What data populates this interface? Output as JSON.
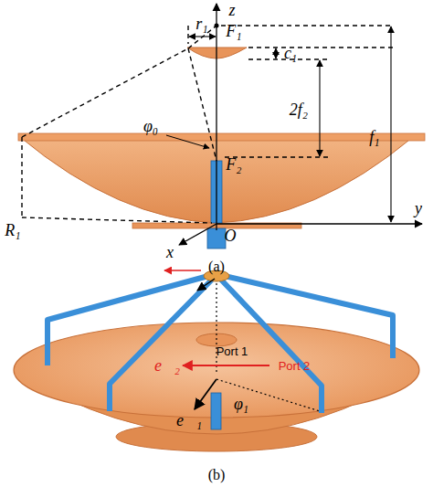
{
  "diagram": {
    "labels": [
      "z",
      "r₁",
      "F₁",
      "c₁",
      "φ₀",
      "2f₂",
      "f₁",
      "F₂",
      "y",
      "R₁",
      "O",
      "x",
      "(a)",
      "Port 1",
      "Port 2",
      "e⃗₂",
      "e⃗₁",
      "φ₁",
      "(b)"
    ]
  }
}
